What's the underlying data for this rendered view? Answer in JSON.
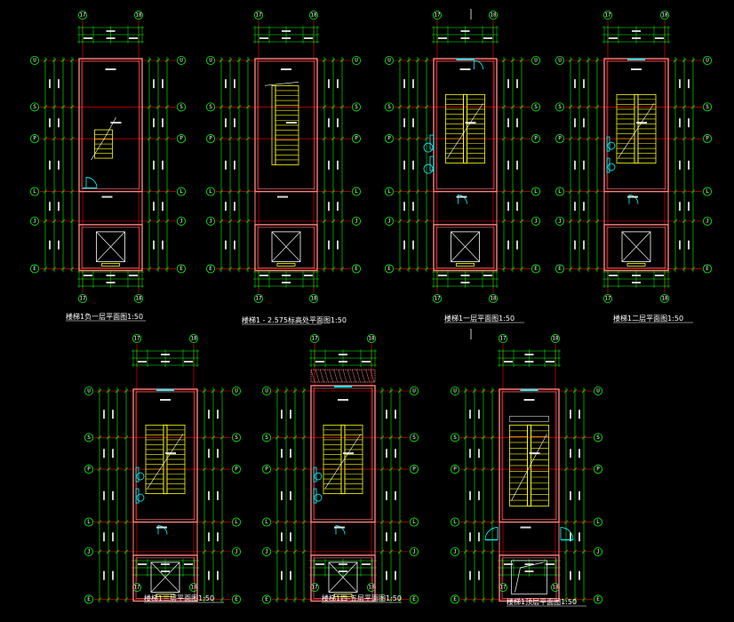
{
  "colors": {
    "background": "#000000",
    "dimension": "#00ff00",
    "axis": "#ff0000",
    "wall": "#ff8080",
    "stair": "#ffff00",
    "door": "#00ffff",
    "label": "#ffffff"
  },
  "plans": [
    {
      "title": "楼梯1负一层平面图1:50",
      "vaxes": [
        "17",
        "18"
      ],
      "haxes": [
        "U",
        "S",
        "P",
        "L",
        "J",
        "E"
      ],
      "stair": "short",
      "doors": "lower-left",
      "roof_hatch": false
    },
    {
      "title": "楼梯1 - 2.575标高处平面图1:50",
      "vaxes": [
        "17",
        "18"
      ],
      "haxes": [
        "U",
        "S",
        "P",
        "L",
        "J",
        "E"
      ],
      "stair": "long",
      "doors": "none",
      "roof_hatch": false
    },
    {
      "title": "楼梯1一层平面图1:50",
      "vaxes": [
        "17",
        "18"
      ],
      "haxes": [
        "U",
        "S",
        "P",
        "L",
        "J",
        "E"
      ],
      "stair": "double",
      "doors": "entry",
      "roof_hatch": false
    },
    {
      "title": "楼梯1二层平面图1:50",
      "vaxes": [
        "17",
        "18"
      ],
      "haxes": [
        "U",
        "S",
        "P",
        "L",
        "J",
        "E"
      ],
      "stair": "double",
      "doors": "upper",
      "roof_hatch": false
    },
    {
      "title": "楼梯1三层平面图1:50",
      "vaxes": [
        "17",
        "18"
      ],
      "haxes": [
        "U",
        "S",
        "P",
        "L",
        "J",
        "E"
      ],
      "stair": "double",
      "doors": "upper",
      "roof_hatch": false
    },
    {
      "title": "楼梯1四-五层平面图1:50",
      "vaxes": [
        "17",
        "18"
      ],
      "haxes": [
        "U",
        "S",
        "P",
        "L",
        "J",
        "E"
      ],
      "stair": "double",
      "doors": "upper",
      "roof_hatch": true
    },
    {
      "title": "楼梯1顶层平面图1:50",
      "vaxes": [
        "17",
        "18"
      ],
      "haxes": [
        "U",
        "S",
        "P",
        "L",
        "J",
        "E"
      ],
      "stair": "top",
      "doors": "top",
      "roof_hatch": false
    }
  ]
}
